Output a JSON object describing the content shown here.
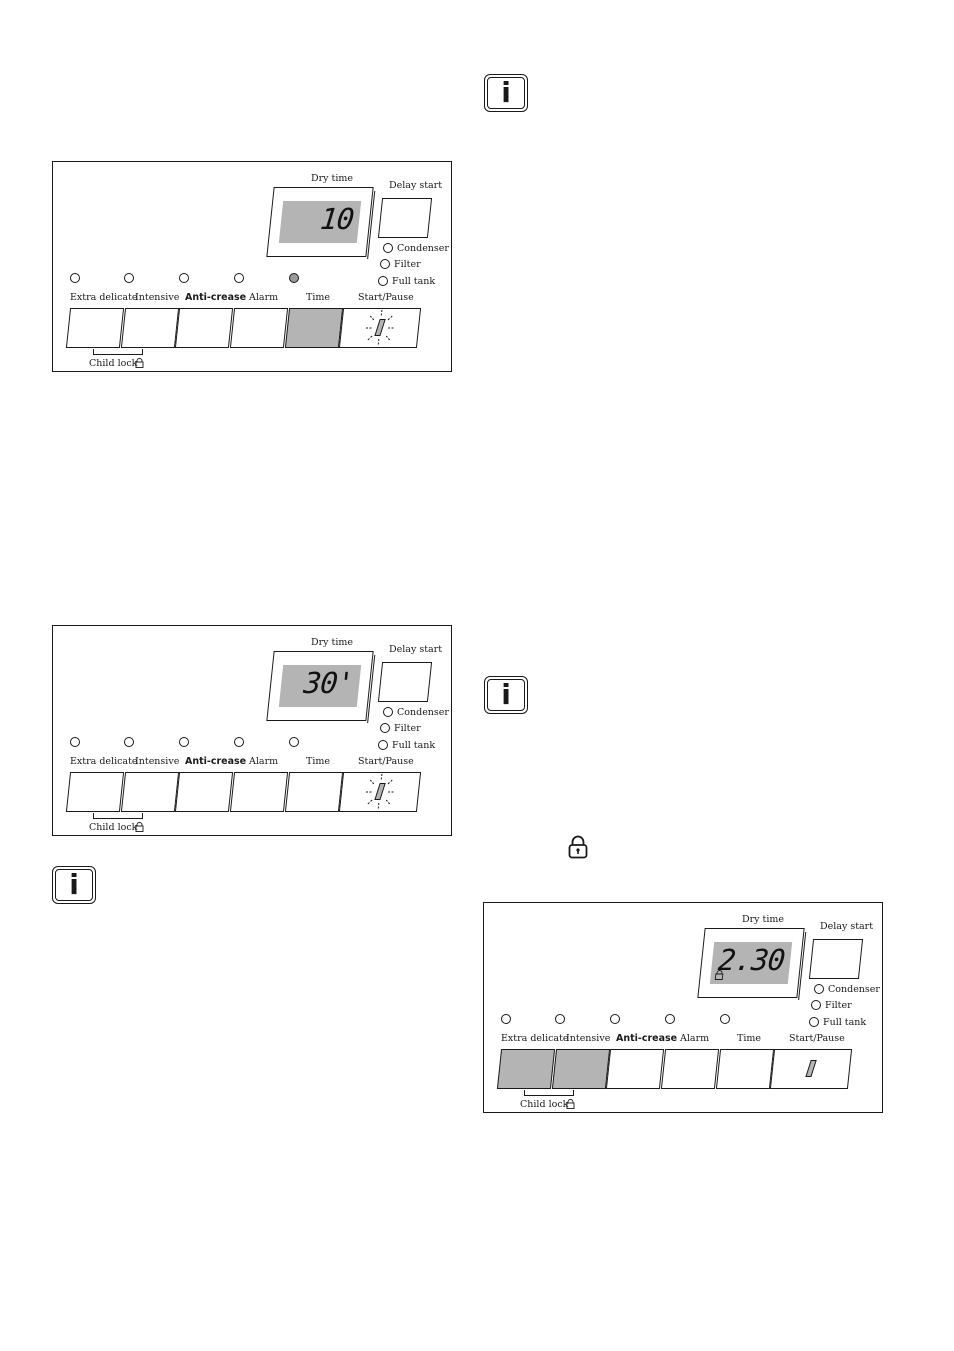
{
  "panels": [
    {
      "display_label": "Dry time",
      "display_value": "10",
      "delay_label": "Delay start",
      "status": [
        "Condenser",
        "Filter",
        "Full tank"
      ],
      "buttons": [
        "Extra delicate",
        "Intensive",
        "Anti-crease",
        "Alarm",
        "Time",
        "Start/Pause"
      ],
      "child_lock": "Child lock",
      "lit_indicator": "Time",
      "pressed_buttons": [
        "Time"
      ],
      "start_blinking": true
    },
    {
      "display_label": "Dry time",
      "display_value": "30'",
      "delay_label": "Delay start",
      "status": [
        "Condenser",
        "Filter",
        "Full tank"
      ],
      "buttons": [
        "Extra delicate",
        "Intensive",
        "Anti-crease",
        "Alarm",
        "Time",
        "Start/Pause"
      ],
      "child_lock": "Child lock",
      "lit_indicator": "",
      "pressed_buttons": [],
      "start_blinking": true
    },
    {
      "display_label": "Dry time",
      "display_value": "2.30",
      "delay_label": "Delay start",
      "status": [
        "Condenser",
        "Filter",
        "Full tank"
      ],
      "buttons": [
        "Extra delicate",
        "Intensive",
        "Anti-crease",
        "Alarm",
        "Time",
        "Start/Pause"
      ],
      "child_lock": "Child lock",
      "lit_indicator": "",
      "pressed_buttons": [
        "Extra delicate",
        "Intensive"
      ],
      "start_blinking": false
    }
  ],
  "icons": {
    "info": "i",
    "lock": "padlock-icon"
  },
  "colors": {
    "lcd": "#b4b4b4",
    "pressed": "#b4b4b4",
    "line": "#1a1a1a"
  }
}
